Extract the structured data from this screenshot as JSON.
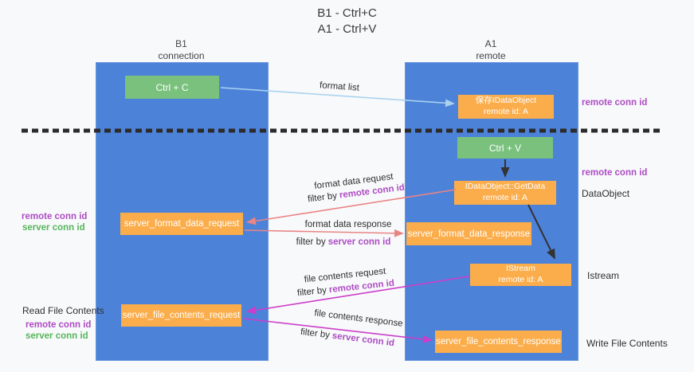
{
  "title": {
    "line1": "B1 - Ctrl+C",
    "line2": "A1 - Ctrl+V"
  },
  "lanes": {
    "left": {
      "name": "B1",
      "role": "connection"
    },
    "right": {
      "name": "A1",
      "role": "remote"
    }
  },
  "nodes": {
    "ctrl_c": {
      "label": "Ctrl + C"
    },
    "ctrl_v": {
      "label": "Ctrl + V"
    },
    "save_idataobject": {
      "line1": "保存IDataObject",
      "line2": "remote id: A"
    },
    "idataobject_getdata": {
      "line1": "IDataObject::GetData",
      "line2": "remote id: A"
    },
    "istream": {
      "line1": "IStream",
      "line2": "remote id: A"
    },
    "server_format_data_request": {
      "label": "server_format_data_request"
    },
    "server_format_data_response": {
      "label": "server_format_data_response"
    },
    "server_file_contents_request": {
      "label": "server_file_contents_request"
    },
    "server_file_contents_response": {
      "label": "server_file_contents_response"
    }
  },
  "edge_labels": {
    "format_list": "format list",
    "format_data_request": "format data request",
    "format_data_response": "format data response",
    "file_contents_request": "file contents request",
    "file_contents_response": "file contents response",
    "filter_by": "filter by",
    "remote_conn_id": "remote conn id",
    "server_conn_id": "server conn id"
  },
  "annotations": {
    "remote_conn_id_top_right": "remote conn id",
    "remote_conn_id_mid_right": "remote conn id",
    "dataobject": "DataObject",
    "istream": "Istream",
    "write_file_contents": "Write File Contents",
    "remote_conn_id_left_1": "remote conn id",
    "server_conn_id_left_1": "server conn id",
    "read_file_contents": "Read File Contents",
    "remote_conn_id_left_2": "remote conn id",
    "server_conn_id_left_2": "server conn id"
  },
  "colors": {
    "lane_blue": "#4d82d9",
    "node_green": "#79c17d",
    "node_orange": "#fbad4b",
    "arrow_salmon": "#e98585",
    "arrow_magenta": "#cb3ecb",
    "arrow_lightblue": "#a8d2f0",
    "arrow_black": "#333333",
    "label_purple": "#ad4cc4",
    "label_green": "#55b65a",
    "separator_black": "#2b2b2b"
  }
}
